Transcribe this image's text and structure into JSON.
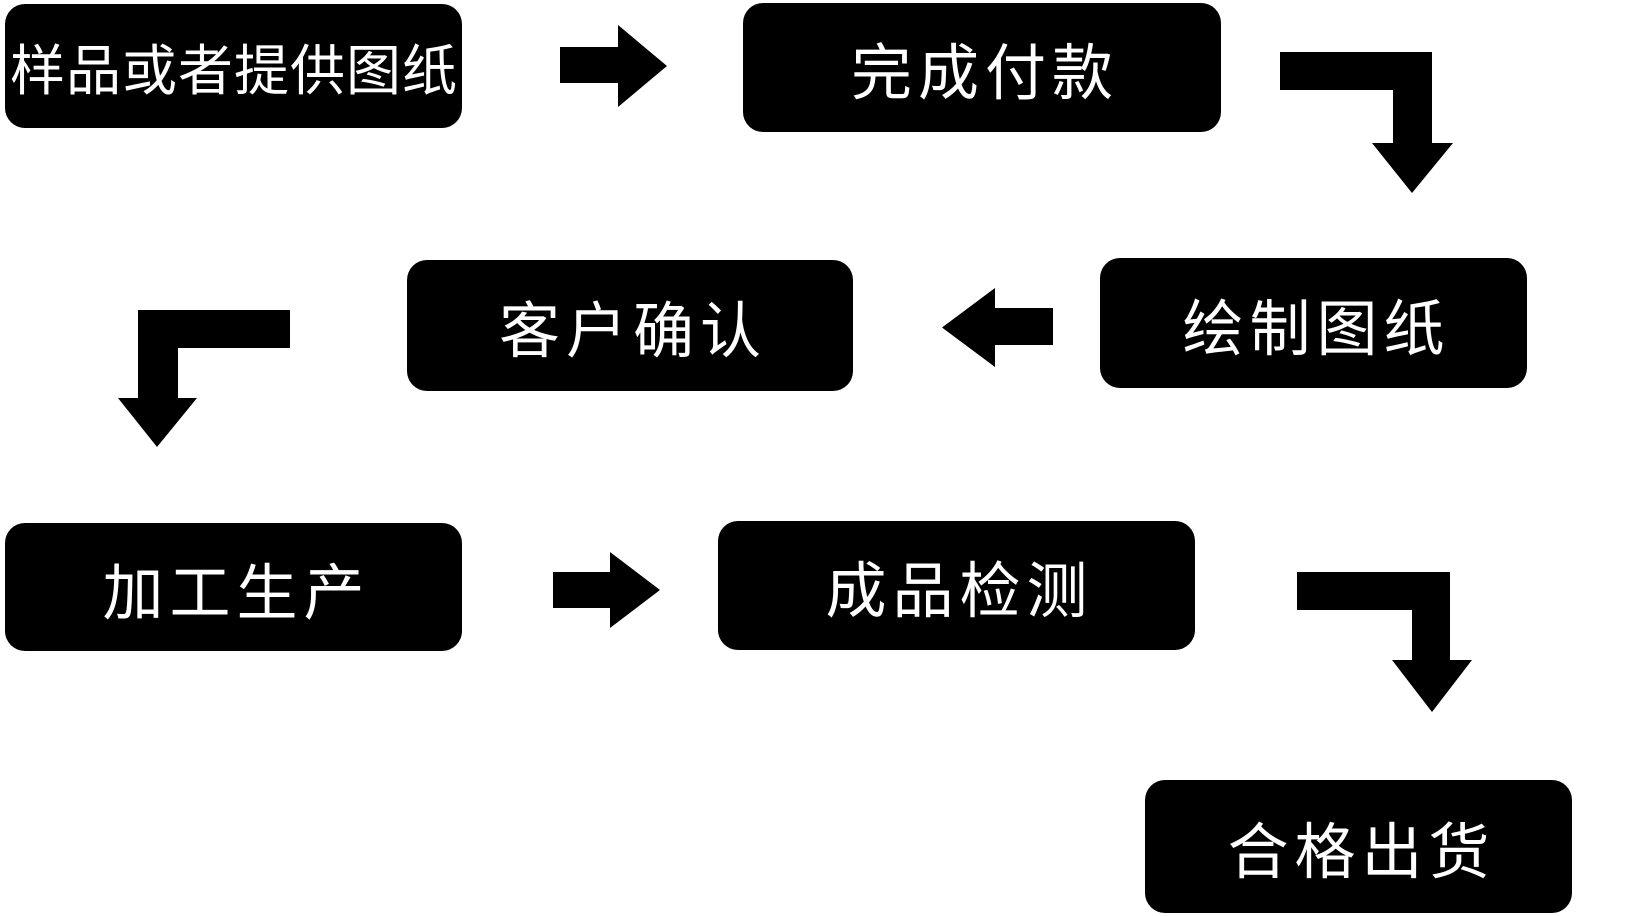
{
  "diagram": {
    "title": "production-workflow-flowchart",
    "colors": {
      "background": "#ffffff",
      "node_fill": "#000000",
      "node_text": "#ffffff",
      "arrow_fill": "#000000"
    },
    "nodes": [
      {
        "id": "sample-or-drawing",
        "label": "样品或者提供图纸"
      },
      {
        "id": "complete-payment",
        "label": "完成付款"
      },
      {
        "id": "draw-drawings",
        "label": "绘制图纸"
      },
      {
        "id": "customer-confirm",
        "label": "客户确认"
      },
      {
        "id": "processing",
        "label": "加工生产"
      },
      {
        "id": "product-inspect",
        "label": "成品检测"
      },
      {
        "id": "qualified-ship",
        "label": "合格出货"
      }
    ],
    "connections": [
      {
        "from": "样品或者提供图纸",
        "to": "完成付款",
        "shape": "right-arrow"
      },
      {
        "from": "完成付款",
        "to": "绘制图纸",
        "shape": "elbow-down-right-arrow"
      },
      {
        "from": "绘制图纸",
        "to": "客户确认",
        "shape": "left-arrow"
      },
      {
        "from": "客户确认",
        "to": "加工生产",
        "shape": "elbow-down-left-arrow"
      },
      {
        "from": "加工生产",
        "to": "成品检测",
        "shape": "right-arrow"
      },
      {
        "from": "成品检测",
        "to": "合格出货",
        "shape": "elbow-down-right-arrow"
      }
    ]
  }
}
